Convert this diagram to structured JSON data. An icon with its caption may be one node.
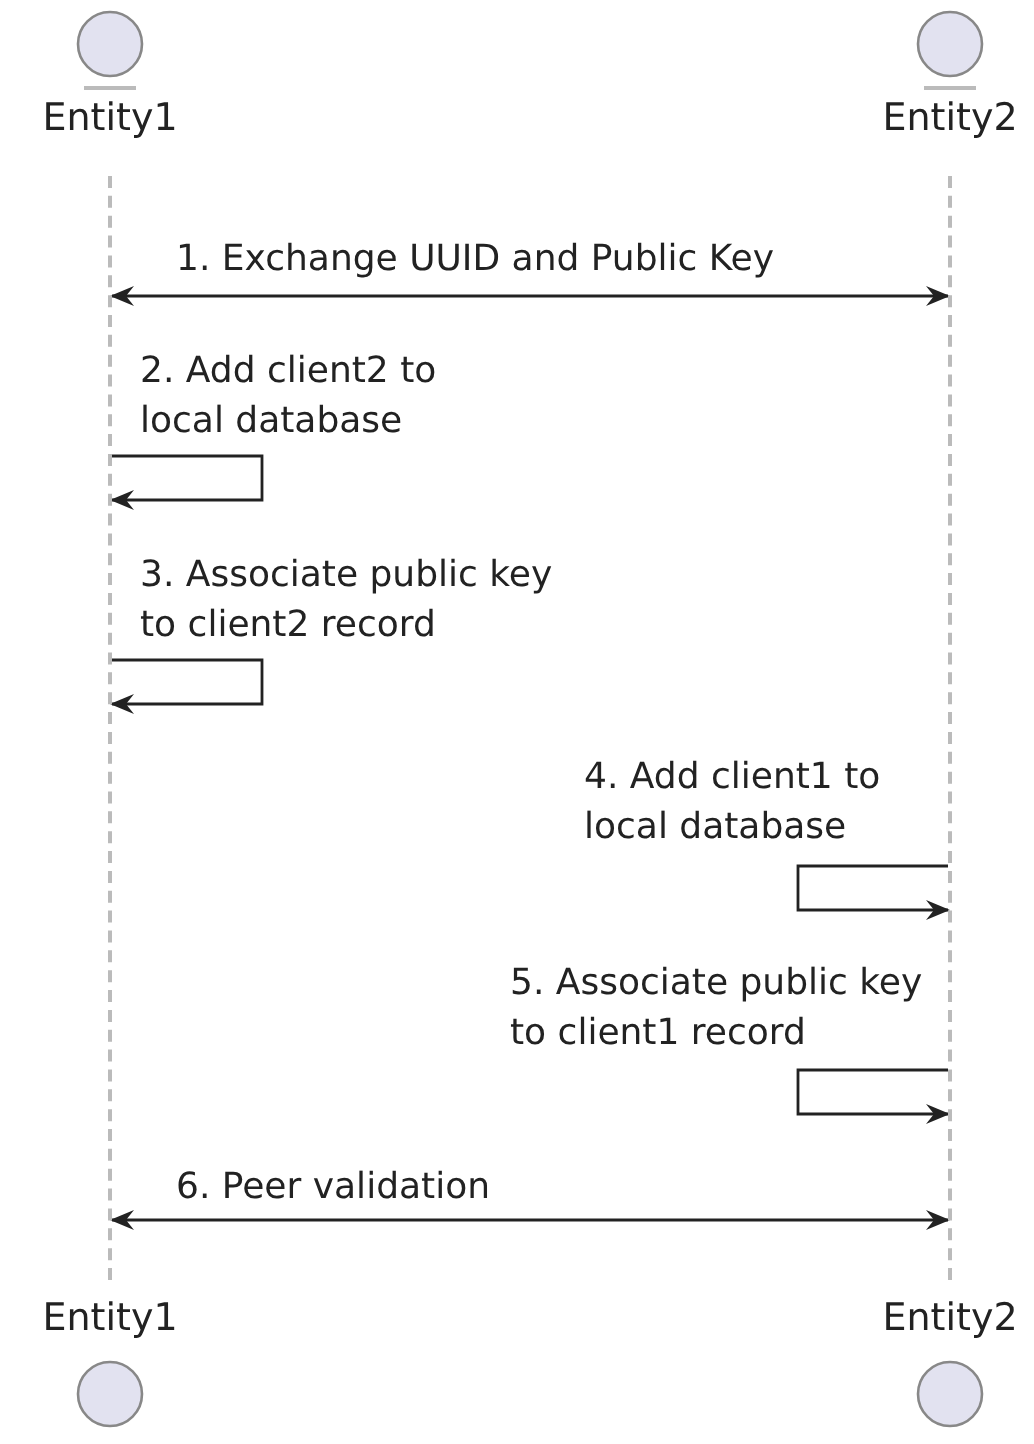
{
  "diagram": {
    "nodes": [
      {
        "text": [
          "Entity1"
        ]
      },
      {
        "text": [
          "Entity2"
        ]
      },
      {
        "text": [],
        "shape": "bar"
      },
      {
        "text": [],
        "shape": "bar"
      },
      {
        "text": [
          "Entity1"
        ]
      },
      {
        "text": [
          "Entity2"
        ]
      }
    ],
    "edges": [
      {
        "from": 2,
        "to": 3,
        "arrow": "both",
        "label": "1. Exchange UUID and Public Key"
      },
      {
        "from": 2,
        "to": 2,
        "arrow": "to",
        "label": "2. Add client2 to local database"
      },
      {
        "from": 2,
        "to": 2,
        "arrow": "to",
        "label": "3. Associate public key to client2 record"
      },
      {
        "from": 3,
        "to": 3,
        "arrow": "to",
        "label": "4. Add client1 to local database"
      },
      {
        "from": 3,
        "to": 3,
        "arrow": "to",
        "label": "5. Associate public key to client1 record"
      },
      {
        "from": 2,
        "to": 3,
        "arrow": "both",
        "label": "6. Peer validation"
      }
    ]
  }
}
